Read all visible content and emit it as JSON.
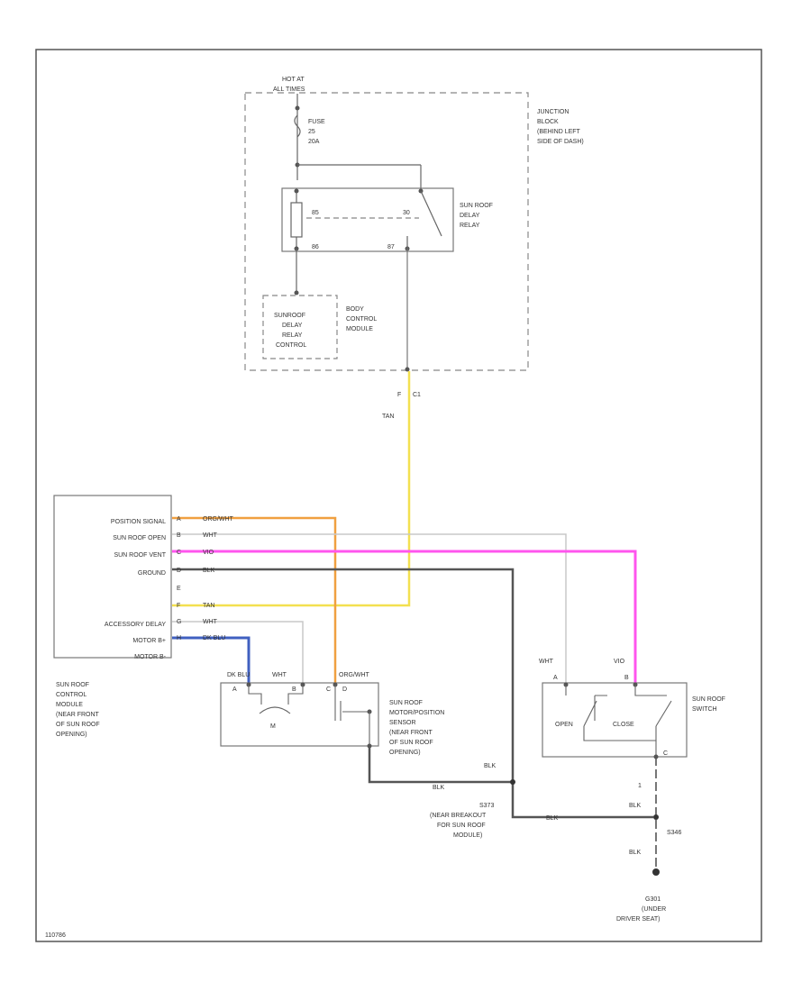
{
  "colors": {
    "frame": "#555555",
    "orange": "#f0a040",
    "white_wire": "#c8c8c8",
    "violet": "#ff55ee",
    "black": "#555555",
    "tan": "#f3e050",
    "dark_blue": "#4060c0"
  },
  "junction": {
    "hot_label_1": "HOT AT",
    "hot_label_2": "ALL TIMES",
    "fuse_1": "FUSE",
    "fuse_2": "25",
    "fuse_3": "20A",
    "jb_1": "JUNCTION",
    "jb_2": "BLOCK",
    "jb_3": "(BEHIND LEFT",
    "jb_4": "SIDE OF DASH)",
    "relay_1": "SUN ROOF",
    "relay_2": "DELAY",
    "relay_3": "RELAY",
    "pin_85": "85",
    "pin_86": "86",
    "pin_30": "30",
    "pin_87": "87",
    "bcm_1": "BODY",
    "bcm_2": "CONTROL",
    "bcm_3": "MODULE",
    "bcm_box_1": "SUNROOF",
    "bcm_box_2": "DELAY",
    "bcm_box_3": "RELAY",
    "bcm_box_4": "CONTROL",
    "c1_pin": "F",
    "c1_label": "C1",
    "tan_wire": "TAN"
  },
  "module": {
    "rows": [
      {
        "label": "POSITION SIGNAL",
        "pin": "A",
        "wire": "ORG/WHT"
      },
      {
        "label": "SUN ROOF OPEN",
        "pin": "B",
        "wire": "WHT"
      },
      {
        "label": "SUN ROOF VENT",
        "pin": "C",
        "wire": "VIO"
      },
      {
        "label": "GROUND",
        "pin": "D",
        "wire": "BLK"
      },
      {
        "label": "",
        "pin": "E",
        "wire": ""
      },
      {
        "label": "",
        "pin": "F",
        "wire": "TAN"
      },
      {
        "label": "ACCESSORY DELAY",
        "pin": "G",
        "wire": "WHT"
      },
      {
        "label": "MOTOR B+",
        "pin": "H",
        "wire": "DK BLU"
      },
      {
        "label": "MOTOR B-",
        "pin": "",
        "wire": ""
      }
    ],
    "desc_1": "SUN ROOF",
    "desc_2": "CONTROL",
    "desc_3": "MODULE",
    "desc_4": "(NEAR FRONT",
    "desc_5": "OF SUN ROOF",
    "desc_6": "OPENING)"
  },
  "motor": {
    "wire_blu": "DK BLU",
    "wire_wht": "WHT",
    "wire_org": "ORG/WHT",
    "pin_1": "A",
    "pin_2": "B",
    "pin_3": "C",
    "pin_4": "D",
    "m_label": "M",
    "desc_1": "SUN ROOF",
    "desc_2": "MOTOR/POSITION",
    "desc_3": "SENSOR",
    "desc_4": "(NEAR FRONT",
    "desc_5": "OF SUN ROOF",
    "desc_6": "OPENING)",
    "blk_wire": "BLK"
  },
  "switch": {
    "wire_wht": "WHT",
    "wire_vio": "VIO",
    "pin_a": "A",
    "pin_b": "B",
    "pin_c": "C",
    "open_label": "OPEN",
    "close_label": "CLOSE",
    "desc_1": "SUN ROOF",
    "desc_2": "SWITCH",
    "pin_bottom": "1",
    "blk_wire": "BLK"
  },
  "splice": {
    "blk_label": "BLK",
    "blk_label_2": "BLK",
    "s_name": "S373",
    "s_desc_1": "(NEAR BREAKOUT",
    "s_desc_2": "FOR SUN ROOF",
    "s_desc_3": "MODULE)",
    "blk_top": "BLK",
    "blk_bottom": "BLK",
    "s_code": "S346"
  },
  "ground": {
    "g_name": "G301",
    "g_desc_1": "(UNDER",
    "g_desc_2": "DRIVER SEAT)"
  },
  "footer": {
    "fig_no": "110786"
  }
}
